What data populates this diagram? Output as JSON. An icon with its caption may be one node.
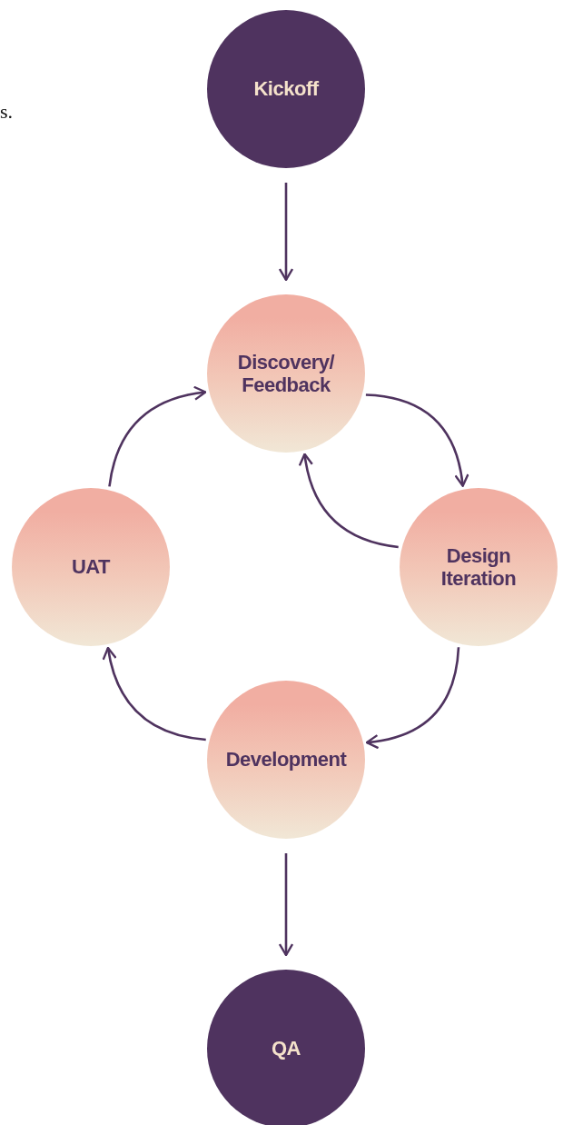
{
  "diagram": {
    "nodes": [
      {
        "text": [
          "Kickoff"
        ]
      },
      {
        "text": [
          "Discovery/ Feedback"
        ]
      },
      {
        "text": [
          "UAT"
        ]
      },
      {
        "text": [
          "Design Iteration"
        ]
      },
      {
        "text": [
          "Development"
        ]
      },
      {
        "text": [
          "QA"
        ]
      }
    ],
    "edges": [
      {
        "from": 0,
        "to": 1,
        "arrow": "to"
      },
      {
        "from": 1,
        "to": 3,
        "arrow": "to"
      },
      {
        "from": 3,
        "to": 1,
        "arrow": "to"
      },
      {
        "from": 3,
        "to": 4,
        "arrow": "to"
      },
      {
        "from": 4,
        "to": 2,
        "arrow": "to"
      },
      {
        "from": 2,
        "to": 1,
        "arrow": "to"
      },
      {
        "from": 4,
        "to": 5,
        "arrow": "to"
      }
    ],
    "labels": [
      "s."
    ]
  }
}
